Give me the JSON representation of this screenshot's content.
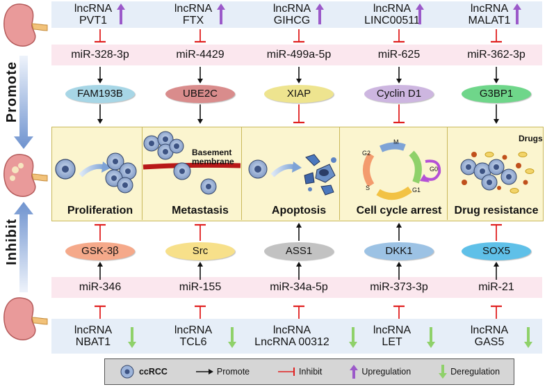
{
  "side": {
    "promote": "Promote",
    "inhibit": "Inhibit"
  },
  "columns": [
    {
      "up_lnc": [
        "lncRNA",
        "PVT1"
      ],
      "up_mir": "miR-328-3p",
      "up_gene": "FAM193B",
      "up_color": "#a7d6e6",
      "up_link": "promote",
      "process": "Proliferation",
      "down_link": "inhibit",
      "down_gene": "GSK-3β",
      "down_color": "#f5a98a",
      "down_mir": "miR-346",
      "down_lnc": [
        "lncRNA",
        "NBAT1"
      ]
    },
    {
      "up_lnc": [
        "lncRNA",
        "FTX"
      ],
      "up_mir": "miR-4429",
      "up_gene": "UBE2C",
      "up_color": "#d98c8c",
      "up_link": "promote",
      "process": "Metastasis",
      "down_link": "inhibit",
      "down_gene": "Src",
      "down_color": "#f7e08a",
      "down_mir": "miR-155",
      "down_lnc": [
        "lncRNA",
        "TCL6"
      ]
    },
    {
      "up_lnc": [
        "lncRNA",
        "GIHCG"
      ],
      "up_mir": "miR-499a-5p",
      "up_gene": "XIAP",
      "up_color": "#eee48f",
      "up_link": "inhibit",
      "process": "Apoptosis",
      "down_link": "promote",
      "down_gene": "ASS1",
      "down_color": "#c2c2c2",
      "down_mir": "miR-34a-5p",
      "down_lnc": [
        "lncRNA",
        "LncRNA 00312"
      ]
    },
    {
      "up_lnc": [
        "lncRNA",
        "LINC00511"
      ],
      "up_mir": "miR-625",
      "up_gene": "Cyclin D1",
      "up_color": "#cdb6e0",
      "up_link": "inhibit",
      "process": "Cell cycle arrest",
      "down_link": "promote",
      "down_gene": "DKK1",
      "down_color": "#9cc2e4",
      "down_mir": "miR-373-3p",
      "down_lnc": [
        "lncRNA",
        "LET"
      ]
    },
    {
      "up_lnc": [
        "lncRNA",
        "MALAT1"
      ],
      "up_mir": "miR-362-3p",
      "up_gene": "G3BP1",
      "up_color": "#6fd68a",
      "up_link": "promote",
      "process": "Drug resistance",
      "down_link": "inhibit",
      "down_gene": "SOX5",
      "down_color": "#5fc0e8",
      "down_mir": "miR-21",
      "down_lnc": [
        "lncRNA",
        "GAS5"
      ]
    }
  ],
  "panel_labels": {
    "basement": [
      "Basement",
      "membrane"
    ],
    "drugs": "Drugs",
    "cycle": [
      "M",
      "G1",
      "S",
      "G2",
      "G0"
    ]
  },
  "legend": {
    "cell": "ccRCC",
    "promote": "Promote",
    "inhibit": "Inhibit",
    "up": "Upregulation",
    "down": "Deregulation"
  },
  "colors": {
    "up_arrow": "#9b59c9",
    "down_arrow": "#8fd16a",
    "inhibit": "#e02020",
    "promote": "#111111"
  }
}
